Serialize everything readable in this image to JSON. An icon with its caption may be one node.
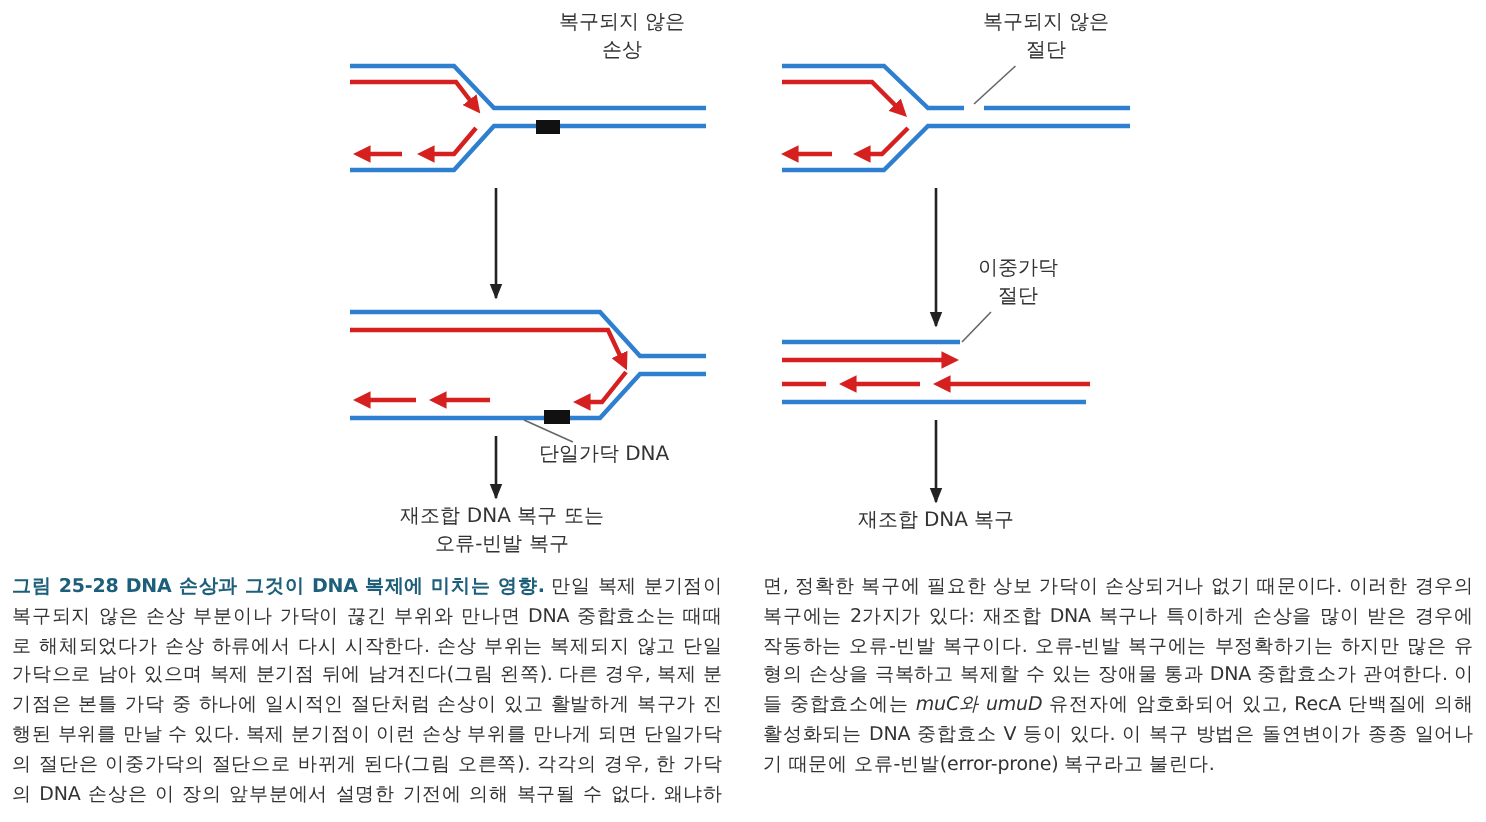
{
  "diagram": {
    "caption": "**그림 25-28  DNA 손상과 그것이 DNA 복제에 미치는 영향.** 만일 복제 분기점이 복구되지 않은 손상 부분이나 가닥이 끊긴 부위와 만나면 DNA 중합효소는 때때로 해체되었다가 손상 하류에서 다시 시작한다. 손상 부위는 복제되지 않고 단일 가닥으로 남아 있으며 복제 분기점 뒤에 남겨진다(그림 왼쪽). 다른 경우, 복제 분기점은 본틀 가닥 중 하나에 일시적인 절단처럼 손상이 있고 활발하게 복구가 진행된 부위를 만날 수 있다. 복제 분기점이 이런 손상 부위를 만나게 되면 단일가닥의 절단은 이중가닥의 절단으로 바뀌게 된다(그림 오른쪽). 각각의 경우, 한 가닥의 DNA 손상은 이 장의 앞부분에서 설명한 기전에 의해 복구될 수 없다. 왜냐하면, 정확한 복구에 필요한 상보 가닥이 손상되거나 없기 때문이다. 이러한 경우의 복구에는 2가지가 있다: 재조합 DNA 복구나 특이하게 손상을 많이 받은 경우에 작동하는 오류-빈발 복구이다. 오류-빈발 복구에는 부정확하기는 하지만 많은 유형의 손상을 극복하고 복제할 수 있는 장애물 통과 DNA 중합효소가 관여한다. 이들 중합효소에는 *muC와* *umuD* 유전자에 암호화되어 있고, RecA 단백질에 의해 활성화되는 DNA 중합효소 V 등이 있다. 이 복구 방법은 돌연변이가 종종 일어나기 때문에 오류-빈발(error-prone) 복구라고 불린다.",
    "nodes": [
      {
        "text": [],
        "shape": "picture",
        "beside": [
          "복구되지 않은 손상"
        ]
      },
      {
        "text": [],
        "shape": "picture"
      },
      {
        "text": [
          "재조합 DNA 복구 또는 오류-빈발 복구"
        ]
      },
      {
        "text": [],
        "shape": "picture"
      },
      {
        "text": [],
        "shape": "picture"
      },
      {
        "text": [
          "재조합 DNA 복구"
        ]
      },
      {
        "text": [
          "단일가닥 DNA"
        ]
      },
      {
        "text": [
          "복구되지 않은 절단"
        ]
      },
      {
        "text": [
          "이중가닥 절단"
        ]
      }
    ],
    "edges": [
      {
        "from": 0,
        "to": 1,
        "arrow": "to"
      },
      {
        "from": 1,
        "to": 2,
        "arrow": "to"
      },
      {
        "from": 3,
        "to": 4,
        "arrow": "to"
      },
      {
        "from": 4,
        "to": 5,
        "arrow": "to"
      },
      {
        "from": 6,
        "to": 1,
        "arrow": "none"
      },
      {
        "from": 7,
        "to": 3,
        "arrow": "none"
      },
      {
        "from": 8,
        "to": 4,
        "arrow": "none"
      }
    ]
  }
}
